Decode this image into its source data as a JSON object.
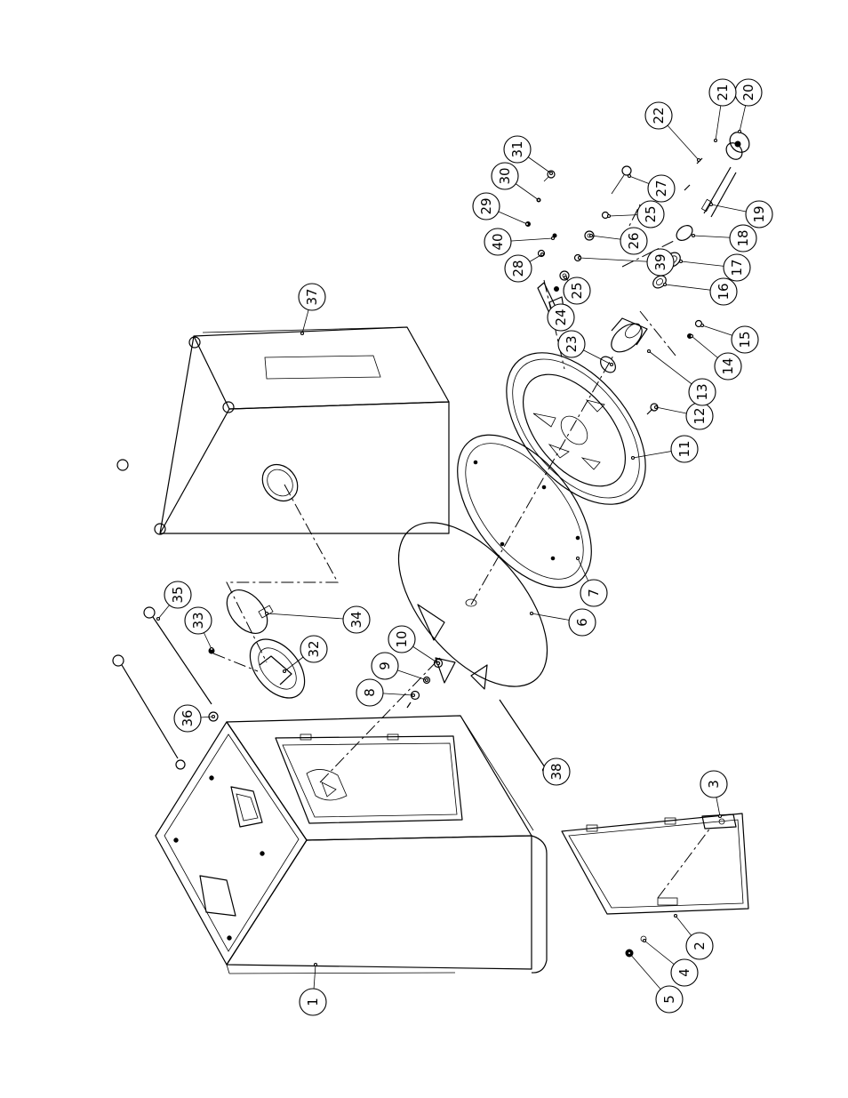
{
  "callouts": [
    {
      "label": "1"
    },
    {
      "label": "2"
    },
    {
      "label": "3"
    },
    {
      "label": "4"
    },
    {
      "label": "5"
    },
    {
      "label": "6"
    },
    {
      "label": "7"
    },
    {
      "label": "8"
    },
    {
      "label": "9"
    },
    {
      "label": "10"
    },
    {
      "label": "11"
    },
    {
      "label": "12"
    },
    {
      "label": "13"
    },
    {
      "label": "14"
    },
    {
      "label": "15"
    },
    {
      "label": "16"
    },
    {
      "label": "17"
    },
    {
      "label": "18"
    },
    {
      "label": "19"
    },
    {
      "label": "20"
    },
    {
      "label": "21"
    },
    {
      "label": "22"
    },
    {
      "label": "23"
    },
    {
      "label": "24"
    },
    {
      "label": "25"
    },
    {
      "label": "25"
    },
    {
      "label": "26"
    },
    {
      "label": "27"
    },
    {
      "label": "28"
    },
    {
      "label": "29"
    },
    {
      "label": "30"
    },
    {
      "label": "31"
    },
    {
      "label": "32"
    },
    {
      "label": "33"
    },
    {
      "label": "34"
    },
    {
      "label": "35"
    },
    {
      "label": "36"
    },
    {
      "label": "37"
    },
    {
      "label": "38"
    },
    {
      "label": "39"
    },
    {
      "label": "40"
    }
  ]
}
